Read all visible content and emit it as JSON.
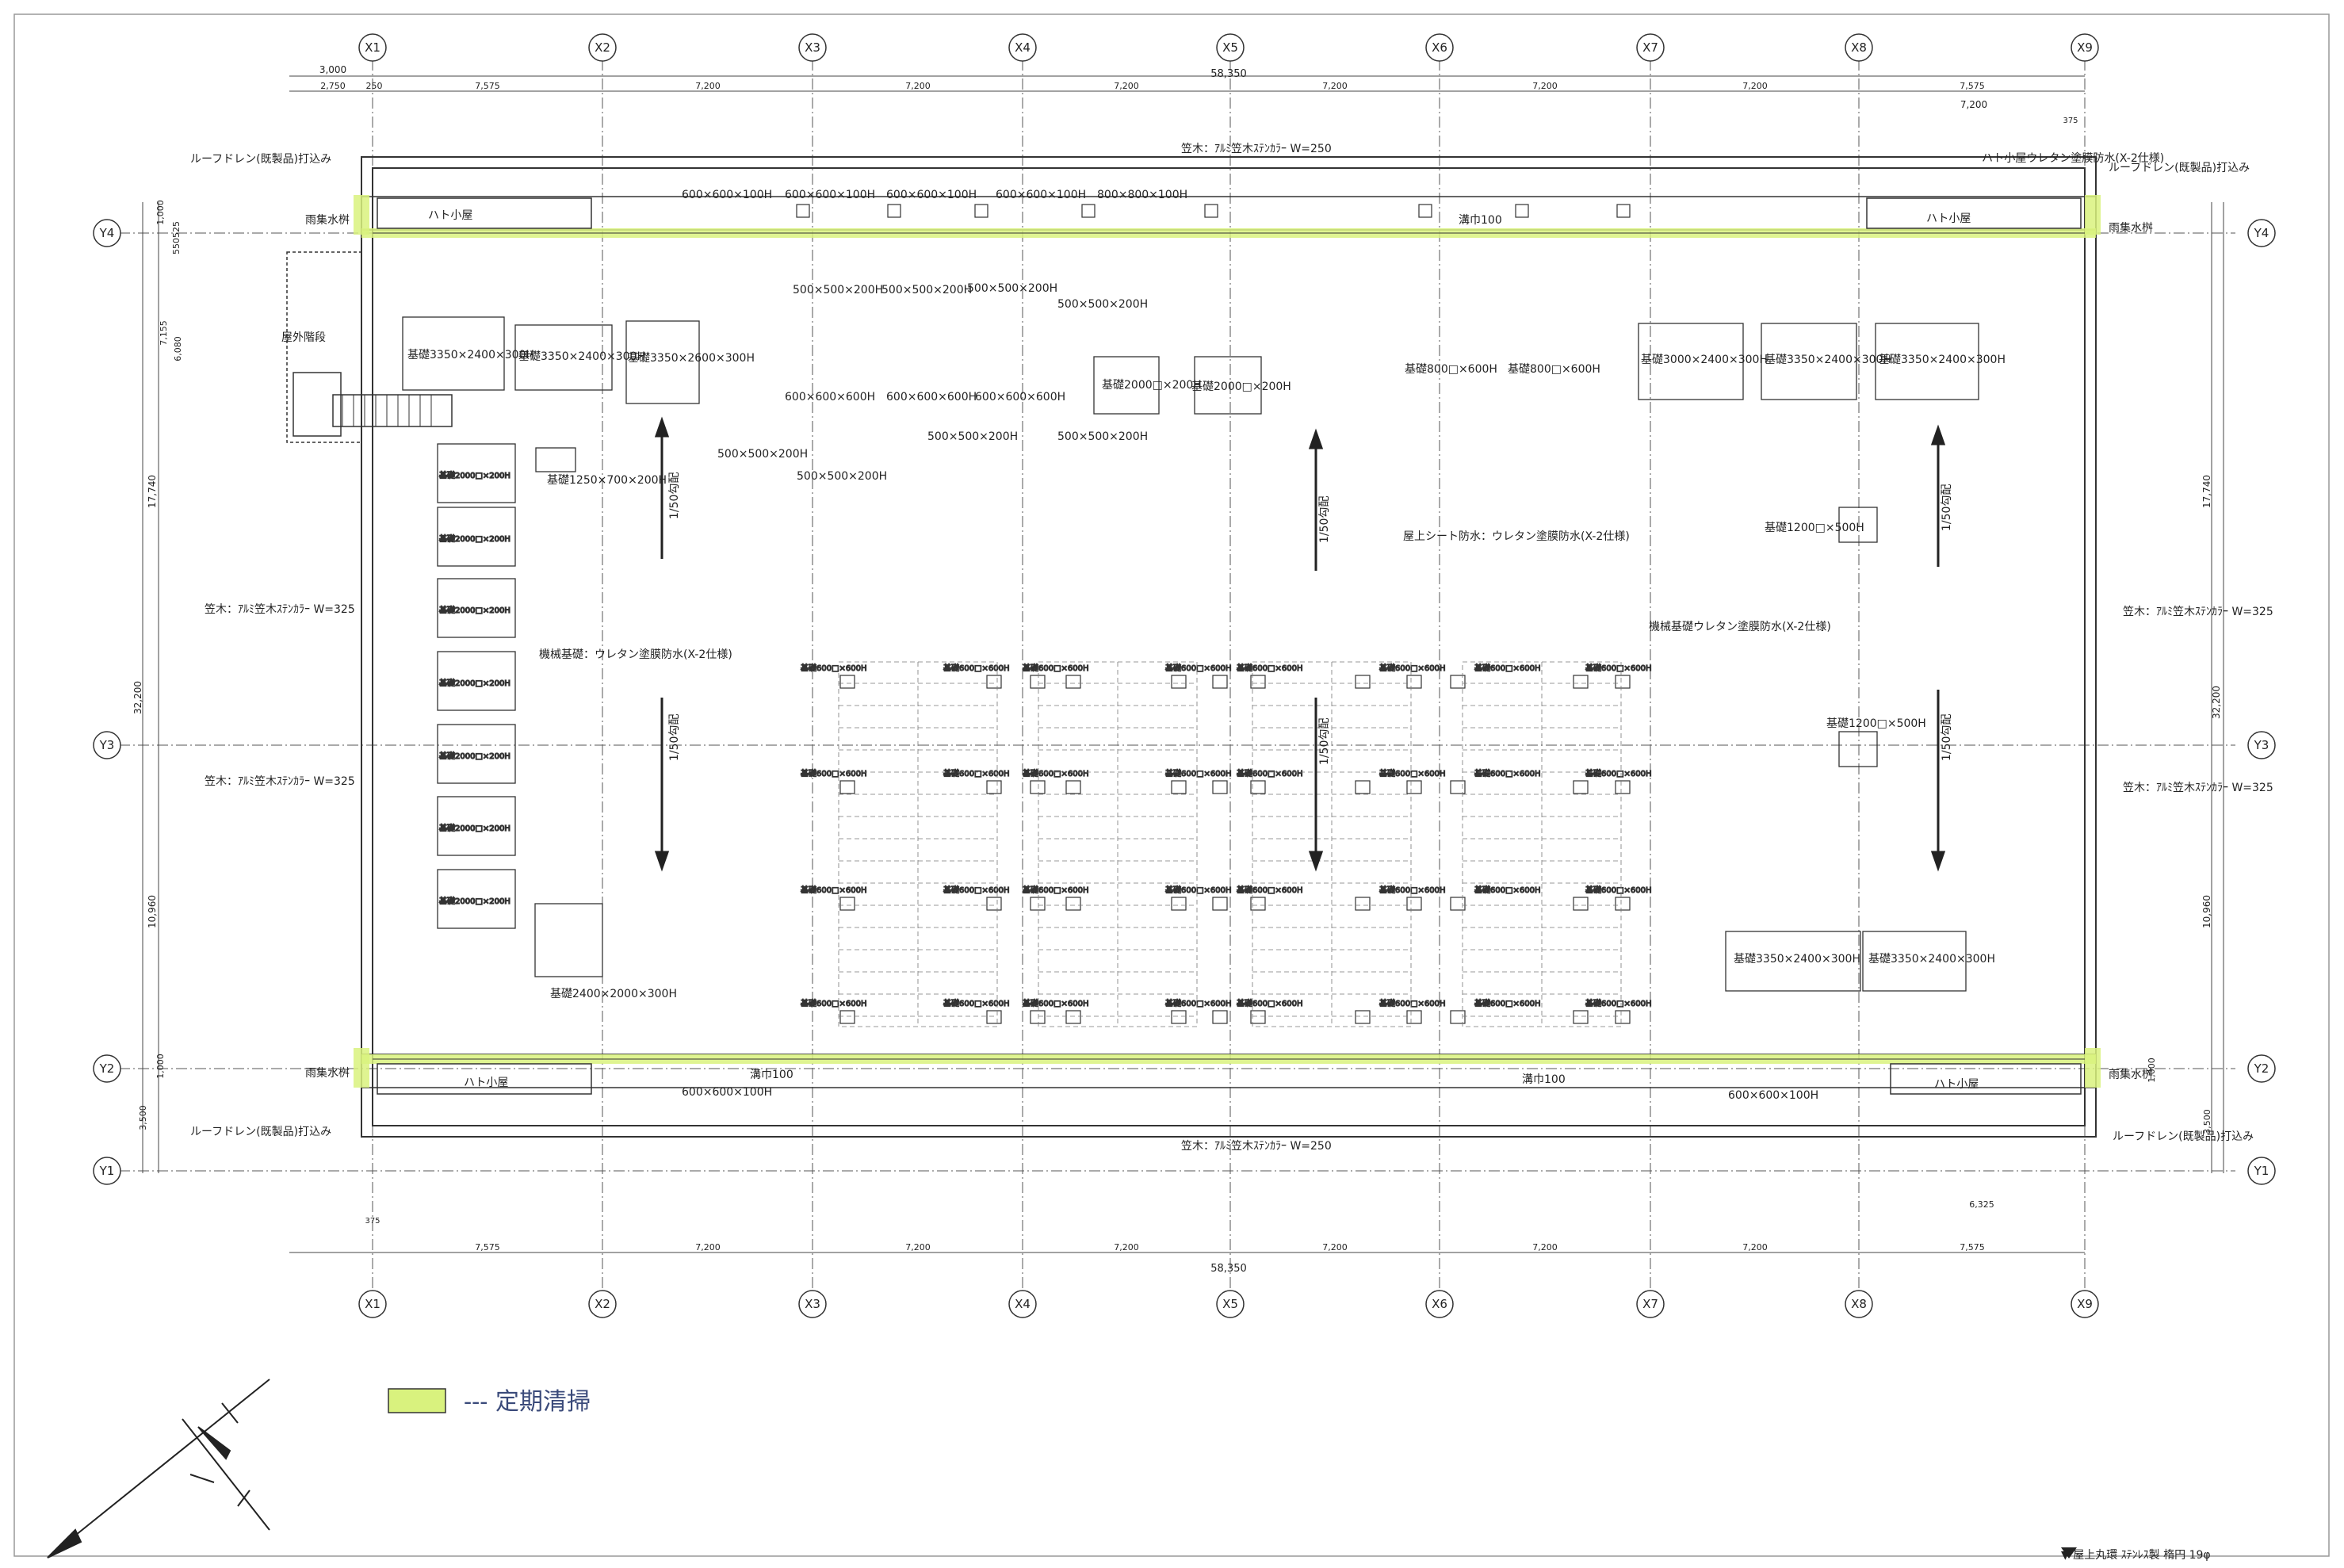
{
  "grid": {
    "x_labels": [
      "X1",
      "X2",
      "X3",
      "X4",
      "X5",
      "X6",
      "X7",
      "X8",
      "X9"
    ],
    "y_labels": [
      "Y1",
      "Y2",
      "Y3",
      "Y4"
    ]
  },
  "dimensions": {
    "total_top": "58,350",
    "total_bottom": "58,350",
    "top_segments": [
      "2,750",
      "250",
      "7,575",
      "7,200",
      "7,200",
      "7,200",
      "7,200",
      "7,200",
      "7,200",
      "7,575"
    ],
    "top_first": "3,000",
    "top_last": "7,200",
    "bottom_segments": [
      "7,575",
      "7,200",
      "7,200",
      "7,200",
      "7,200",
      "7,200",
      "7,200",
      "7,575"
    ],
    "left_total": "32,200",
    "right_total": "32,200",
    "left_upper": "17,740",
    "right_upper": "17,740",
    "left_lower": "10,960",
    "right_lower": "10,960",
    "left_top_small": "1,000",
    "left_550": "550525",
    "left_7155": "7,155",
    "left_6080": "6,080",
    "left_3500": "3,500",
    "left_1000b": "1,000",
    "right_1000b": "1,000",
    "right_3500": "3,500",
    "bottom_right_6325": "6,325",
    "offset_375": "375"
  },
  "labels": {
    "roof_drain_tl": "ルーフドレン(既製品)打込み",
    "roof_drain_tr": "ルーフドレン(既製品)打込み",
    "roof_drain_bl": "ルーフドレン(既製品)打込み",
    "roof_drain_br": "ルーフドレン(既製品)打込み",
    "hato_waterproof": "ハト小屋ウレタン塗膜防水(X-2仕様)",
    "rain_basin_tl": "雨集水桝",
    "rain_basin_tr": "雨集水桝",
    "rain_basin_bl": "雨集水桝",
    "rain_basin_br": "雨集水桝",
    "hato_tl": "ハト小屋",
    "hato_tr": "ハト小屋",
    "hato_bl": "ハト小屋",
    "hato_br": "ハト小屋",
    "outdoor_stairs": "屋外階段",
    "kasagi_top": "笠木：ｱﾙﾐ笠木ｽﾃﾝｶﾗｰ  W=250",
    "kasagi_bottom": "笠木：ｱﾙﾐ笠木ｽﾃﾝｶﾗｰ  W=250",
    "kasagi_left_upper": "笠木：ｱﾙﾐ笠木ｽﾃﾝｶﾗｰ  W=325",
    "kasagi_left_lower": "笠木：ｱﾙﾐ笠木ｽﾃﾝｶﾗｰ  W=325",
    "kasagi_right_upper": "笠木：ｱﾙﾐ笠木ｽﾃﾝｶﾗｰ  W=325",
    "kasagi_right_lower": "笠木：ｱﾙﾐ笠木ｽﾃﾝｶﾗｰ  W=325",
    "roof_sheet": "屋上シート防水：ウレタン塗膜防水(X-2仕様)",
    "machine_base_left": "機械基礎：ウレタン塗膜防水(X-2仕様)",
    "machine_base_right": "機械基礎ウレタン塗膜防水(X-2仕様)",
    "slope": "1/50勾配",
    "gutter_top": "溝巾100",
    "gutter_bl": "溝巾100",
    "gutter_br": "溝巾100",
    "base_top_600": "600×600×100H",
    "base_top_800": "800×800×100H",
    "base_600_600H": "基礎600□×600H",
    "base_2000": "基礎2000□×200H",
    "base_3350_2400": "基礎3350×2400×300H",
    "base_3350_2600": "基礎3350×2600×300H",
    "base_3000_2400": "基礎3000×2400×300H",
    "base_1250": "基礎1250×700×200H",
    "base_2400": "基礎2400×2000×300H",
    "base_1200": "基礎1200□×500H",
    "base_500": "500×500×200H",
    "base_600_6": "600×600×600H",
    "base_2000b": "基礎2000□×200H",
    "base_800_600": "基礎800□×600H"
  },
  "legend": {
    "text": "--- 定期清掃",
    "highlight_color": "#d6f07a"
  },
  "footer": {
    "text": "▼ 屋上丸環  ｽﾃﾝﾚｽ製  楕円  19φ"
  },
  "colors": {
    "line": "#333333",
    "highlight": "#d9f27e",
    "handwriting": "#3a4a7a"
  }
}
